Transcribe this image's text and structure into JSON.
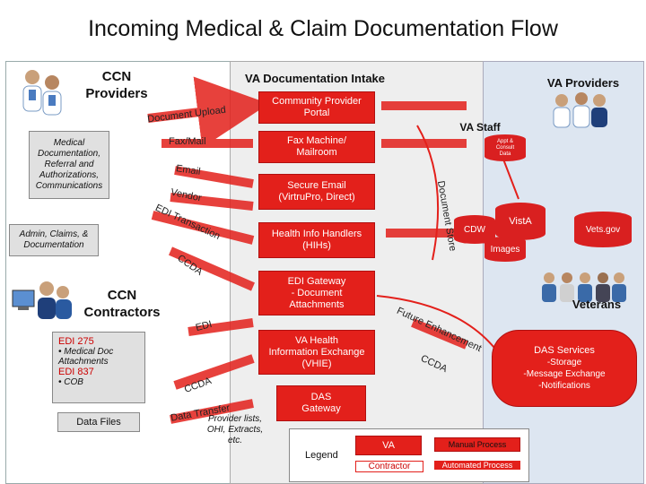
{
  "title": "Incoming Medical & Claim Documentation Flow",
  "left": {
    "ccn_providers": "CCN\nProviders",
    "med_doc": "Medical\nDocumentation,\nReferral and\nAuthorizations,\nCommunications",
    "admin": "Admin, Claims, &\nDocumentation",
    "ccn_contractors": "CCN\nContractors",
    "edi_275": "EDI 275",
    "edi_275_item": "• Medical Doc Attachments",
    "edi_837": "EDI 837",
    "edi_837_item": "• COB",
    "data_files": "Data Files"
  },
  "mid": {
    "header": "VA Documentation Intake",
    "boxes": [
      "Community Provider\nPortal",
      "Fax Machine/\nMailroom",
      "Secure Email\n(VirtruPro, Direct)",
      "Health Info Handlers\n(HIHs)",
      "EDI Gateway\n- Document\nAttachments",
      "VA Health\nInformation Exchange\n(VHIE)",
      "DAS\nGateway"
    ],
    "provider_lists": "Provider lists,\nOHI, Extracts,\netc."
  },
  "arrows": {
    "document_upload": "Document Upload",
    "fax_mail": "Fax/Mail",
    "email": "Email",
    "vendor": "Vendor",
    "edi_transaction": "EDI Transaction",
    "ccda_top": "CCDA",
    "edi": "EDI",
    "ccda_bottom": "CCDA",
    "data_transfer": "Data Transfer",
    "document_store": "Document Store",
    "future_enhancement": "Future Enhancement",
    "ccda_right": "CCDA"
  },
  "right": {
    "header": "VA Providers",
    "va_staff": "VA Staff",
    "appt": "Appt &\nConsult\nData",
    "cdw": "CDW",
    "vista": "VistA",
    "vets_gov": "Vets.gov",
    "images": "Images",
    "veterans": "Veterans",
    "das_title": "DAS Services",
    "das_body": "-Storage\n-Message Exchange\n-Notifications"
  },
  "legend": {
    "label": "Legend",
    "va": "VA",
    "contractor": "Contractor",
    "manual": "Manual Process",
    "automated": "Automated Process"
  },
  "colors": {
    "accent": "#e3201b",
    "arrow": "#e3201b",
    "right_bg": "#dde6f1",
    "mid_bg": "#eeeeee"
  }
}
